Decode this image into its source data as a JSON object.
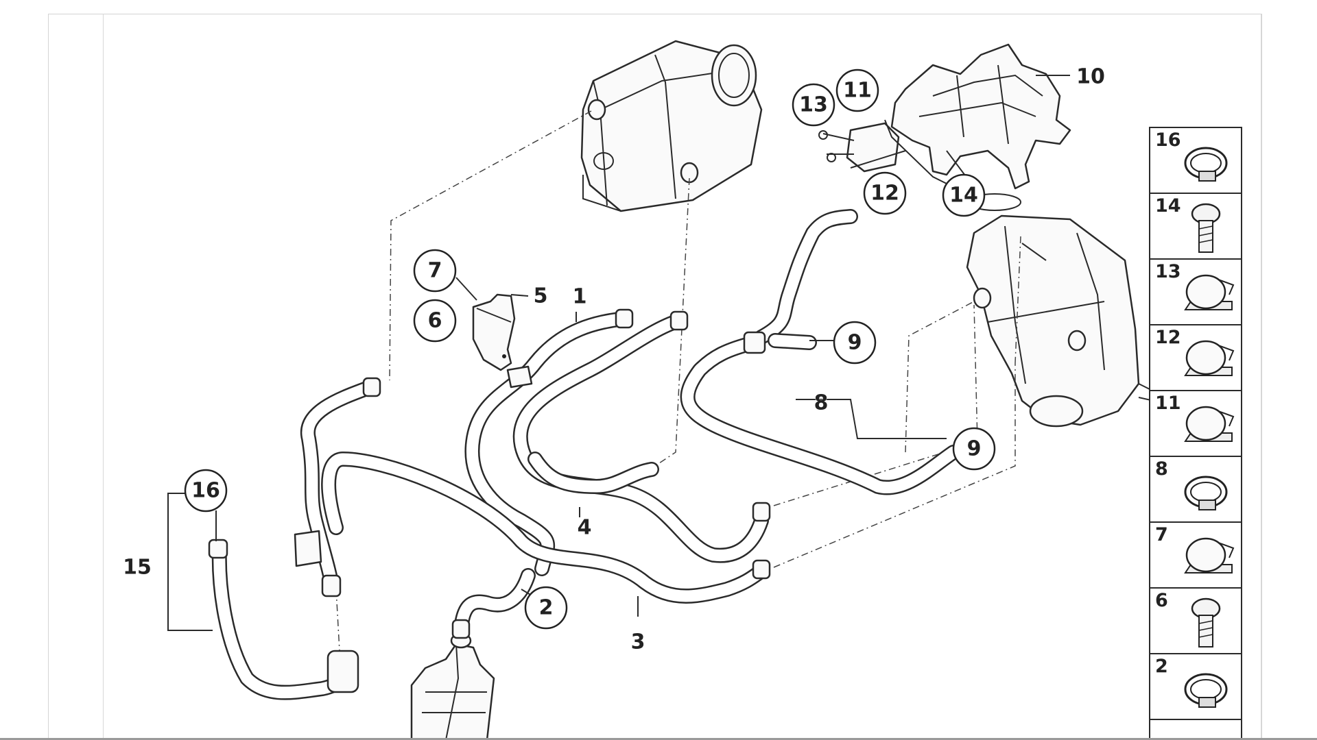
{
  "callouts": {
    "c2": "2",
    "c6": "6",
    "c7": "7",
    "c9a": "9",
    "c9b": "9",
    "c11": "11",
    "c12": "12",
    "c13": "13",
    "c14": "14",
    "c16": "16"
  },
  "labels": {
    "l1": "1",
    "l3": "3",
    "l4": "4",
    "l5": "5",
    "l8": "8",
    "l10": "10",
    "l15": "15"
  },
  "legend": [
    "16",
    "14",
    "13",
    "12",
    "11",
    "8",
    "7",
    "6",
    "2"
  ]
}
